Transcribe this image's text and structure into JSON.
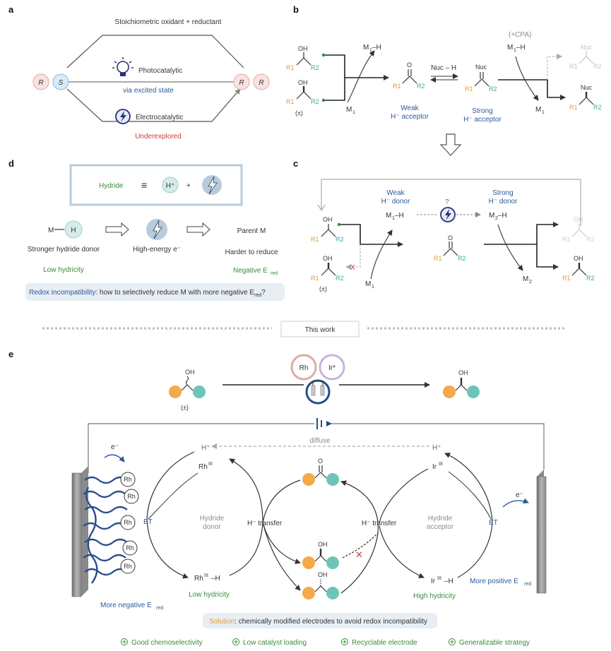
{
  "panels": {
    "a": "a",
    "b": "b",
    "c": "c",
    "d": "d",
    "e": "e"
  },
  "colors": {
    "blue": "#2b5a9a",
    "green": "#3a8a3a",
    "red": "#d23a3a",
    "orange": "#f4a94a",
    "teal": "#6cc6b8",
    "grey": "#8c8c8c"
  },
  "panel_a": {
    "top_label": "Stoichiometric oxidant + reductant",
    "photo_label": "Photocatalytic",
    "photo_sub": "via excited state",
    "electro_label": "Electrocatalytic",
    "electro_sub": "Underexplored",
    "start_left": "R",
    "start_right": "S",
    "end_left": "R",
    "end_right": "R"
  },
  "panel_b": {
    "m1h_1": "M",
    "m1h_1_sub": "1",
    "m1h_1_tail": "–H",
    "m1_1": "M",
    "m1_1_sub": "1",
    "racemic": "(±)",
    "oh": "OH",
    "r1": "R1",
    "r2": "R2",
    "nuc_h": "Nuc – H",
    "nuc": "Nuc",
    "weak_line1": "Weak",
    "weak_line2": "H⁻ acceptor",
    "strong_line1": "Strong",
    "strong_line2": "H⁻ acceptor",
    "cpa": "(+CPA)",
    "m1h_2": "M",
    "m1h_2_sub": "1",
    "m1h_2_tail": "–H",
    "m1_2": "M",
    "m1_2_sub": "1",
    "nuc_faded": "Nuc",
    "nuc_product": "Nuc"
  },
  "panel_c": {
    "weak_line1": "Weak",
    "weak_line2": "H⁻ donor",
    "strong_line1": "Strong",
    "strong_line2": "H⁻ donor",
    "m1h": "M",
    "m1h_sub": "1",
    "m1h_tail": "–H",
    "m2h": "M",
    "m2h_sub": "2",
    "m2h_tail": "–H",
    "m1": "M",
    "m1_sub": "1",
    "m2": "M",
    "m2_sub": "2",
    "question": "?",
    "x_mark": "X",
    "racemic": "(±)",
    "oh": "OH"
  },
  "panel_d": {
    "hydride": "Hydride",
    "equiv": "≡",
    "hplus": "H⁺",
    "plus": "+",
    "m_label": "M",
    "h_label": "H",
    "stronger": "Stronger hydride donor",
    "low_hydricity": "Low hydricity",
    "high_energy": "High-energy e⁻",
    "parent_m": "Parent M",
    "harder": "Harder to reduce",
    "negative_ered": "Negative E",
    "negative_ered_sub": "red",
    "redox_key": "Redox incompatibility",
    "redox_rest": ": how to selectively reduce M with more negative E",
    "redox_sub": "red",
    "redox_end": "?"
  },
  "this_work": "This work",
  "panel_e": {
    "racemic": "(±)",
    "oh": "OH",
    "rh": "Rh",
    "ir": "Ir*",
    "diffuse": "diffuse",
    "hplus_left": "H⁺",
    "hplus_right": "H⁺",
    "rh3": "Rh",
    "rh3_sup": "III",
    "ir3": "Ir",
    "ir3_sup": "III",
    "rh3h": "Rh",
    "rh3h_sup": "III",
    "rh3h_tail": "–H",
    "ir3h": "Ir",
    "ir3h_sup": "III",
    "ir3h_tail": "–H",
    "et_left": "ET",
    "et_right": "ET",
    "electron_left": "e⁻",
    "electron_right": "e⁻",
    "hydride_donor_1": "Hydride",
    "hydride_donor_2": "donor",
    "hydride_acceptor_1": "Hydride",
    "hydride_acceptor_2": "acceptor",
    "h_transfer_left": "H⁻ transfer",
    "h_transfer_right": "H⁻ transfer",
    "more_negative": "More negative E",
    "more_negative_sub": "red",
    "more_positive": "More positive E",
    "more_positive_sub": "red",
    "low_hydricity": "Low hydricity",
    "high_hydricity": "High hydricity",
    "electrode_rh": [
      "Rh",
      "Rh",
      "Rh",
      "Rh",
      "Rh"
    ],
    "solution_key": "Solution",
    "solution_rest": ": chemically modified electrodes to avoid redox incompatibility"
  },
  "features": [
    {
      "icon": "plus-circle-icon",
      "label": "Good chemoselectivity"
    },
    {
      "icon": "plus-circle-icon",
      "label": "Low catalyst loading"
    },
    {
      "icon": "plus-circle-icon",
      "label": "Recyclable electrode"
    },
    {
      "icon": "plus-circle-icon",
      "label": "Generalizable strategy"
    }
  ]
}
